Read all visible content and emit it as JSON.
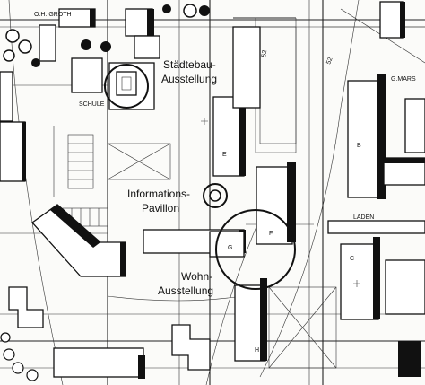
{
  "map": {
    "labels": {
      "groth": "O.H. GROTH",
      "schule": "SCHULE",
      "staedtebau_line1": "Städtebau-",
      "staedtebau_line2": "Ausstellung",
      "info_line1": "Informations-",
      "info_line2": "Pavillon",
      "wohn_line1": "Wohn-",
      "wohn_line2": "Ausstellung",
      "laden": "LADEN",
      "marsh": "G.MARS",
      "number_52a": "52",
      "number_52b": "52"
    },
    "building_letters": [
      "E",
      "F",
      "G",
      "H",
      "B",
      "C"
    ]
  }
}
